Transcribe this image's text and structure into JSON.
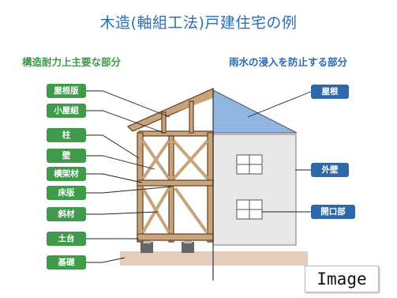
{
  "title": "木造(軸組工法)戸建住宅の例",
  "left_heading": "構造耐力上主要な部分",
  "right_heading": "雨水の浸入を防止する部分",
  "structural_labels": [
    "屋根版",
    "小屋組",
    "柱",
    "壁",
    "横架材",
    "床版",
    "斜材",
    "土台",
    "基礎"
  ],
  "rain_labels": [
    "屋根",
    "外壁",
    "開口部"
  ],
  "watermark": "Image",
  "colors": {
    "structural": "#3f9b4a",
    "rain": "#2d68ad",
    "roof": "#8fb6e0",
    "wall": "#e8e8e8",
    "timber": "#c9a37a",
    "ground": "#e5cdbd"
  }
}
